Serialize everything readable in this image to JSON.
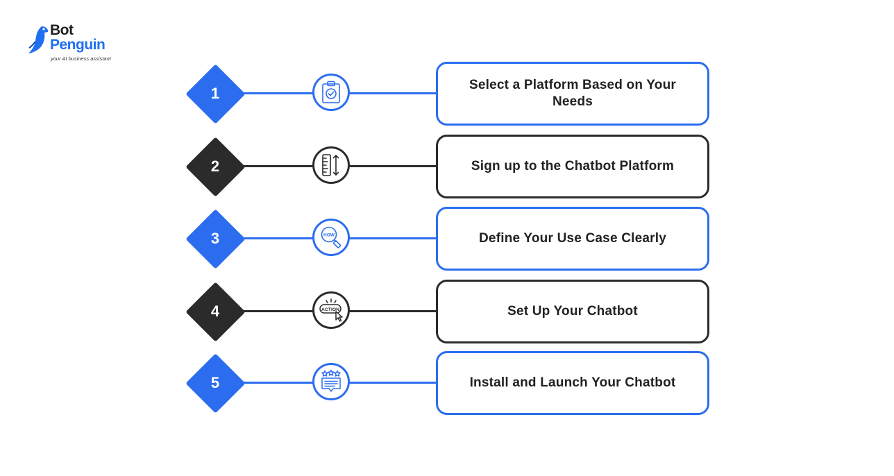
{
  "brand": {
    "name_line1": "Bot",
    "name_line2": "Penguin",
    "tagline": "your AI business assistant"
  },
  "colors": {
    "accent_blue": "#2c6df0",
    "dark": "#2b2b2b",
    "text": "#222222"
  },
  "steps": [
    {
      "number": "1",
      "label": "Select a Platform Based on Your Needs",
      "icon": "clipboard-check-icon",
      "style": "blue"
    },
    {
      "number": "2",
      "label": "Sign up to the Chatbot Platform",
      "icon": "ruler-measure-icon",
      "style": "dark"
    },
    {
      "number": "3",
      "label": "Define Your Use Case Clearly",
      "icon": "magnifier-how-icon",
      "style": "blue"
    },
    {
      "number": "4",
      "label": "Set Up Your Chatbot",
      "icon": "action-click-icon",
      "style": "dark"
    },
    {
      "number": "5",
      "label": "Install and Launch Your Chatbot",
      "icon": "review-stars-icon",
      "style": "blue"
    }
  ],
  "icon_text": {
    "how": "HOW",
    "action": "ACTION"
  }
}
